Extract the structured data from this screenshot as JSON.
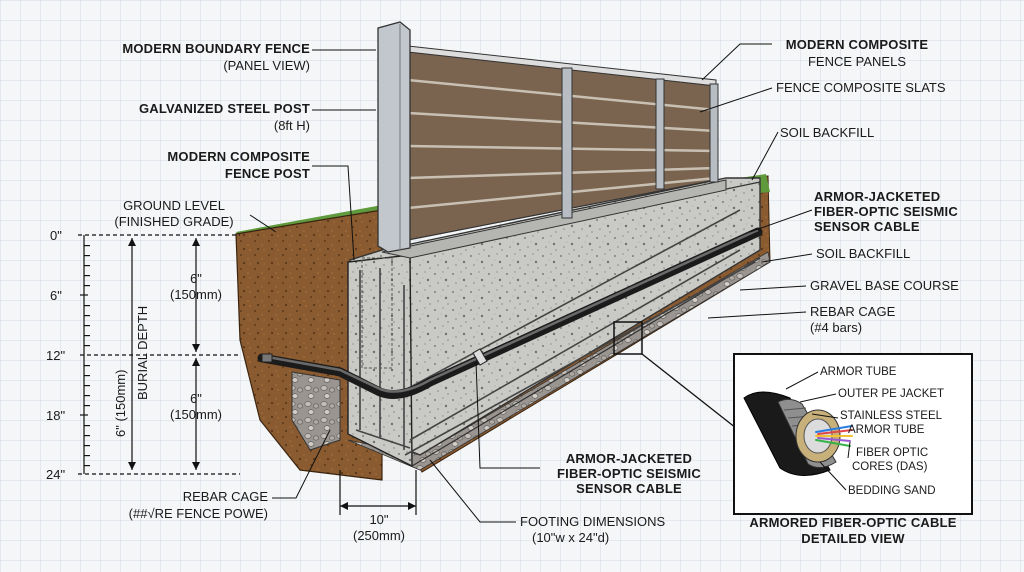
{
  "left_labels": {
    "boundary_fence": {
      "title": "MODERN BOUNDARY FENCE",
      "sub": "(PANEL VIEW)"
    },
    "steel_post": {
      "title": "GALVANIZED STEEL POST",
      "sub": "(8ft H)"
    },
    "composite_post": {
      "title": "MODERN COMPOSITE",
      "title2": "FENCE POST"
    },
    "ground_level": {
      "title": "GROUND LEVEL",
      "sub": "(FINISHED GRADE)"
    },
    "rebar_cage_left": {
      "title": "REBAR CAGE",
      "sub": "(##√RE FENCE POWE)"
    }
  },
  "right_labels": {
    "composite_panels": {
      "title": "MODERN COMPOSITE",
      "sub": "FENCE PANELS"
    },
    "composite_slats": "FENCE COMPOSITE SLATS",
    "soil_backfill_top": "SOIL BACKFILL",
    "sensor_cable": {
      "line1": "ARMOR-JACKETED",
      "line2": "FIBER-OPTIC SEISMIC",
      "line3": "SENSOR CABLE"
    },
    "soil_backfill": "SOIL BACKFILL",
    "gravel_base": "GRAVEL BASE COURSE",
    "rebar_cage": {
      "title": "REBAR CAGE",
      "sub": "(#4 bars)"
    }
  },
  "bottom_labels": {
    "sensor_cable": {
      "line1": "ARMOR-JACKETED",
      "line2": "FIBER-OPTIC SEISMIC",
      "line3": "SENSOR CABLE"
    },
    "footing": {
      "title": "FOOTING DIMENSIONS",
      "sub": "(10\"w x 24\"d)"
    },
    "width_dim": {
      "value": "10\"",
      "metric": "(250mm)"
    }
  },
  "depth_scale": {
    "ticks": [
      "0\"",
      "6\"",
      "12\"",
      "18\"",
      "24\""
    ],
    "axis_label": "6\" (150mm)",
    "axis_label2": "BURIAL DEPTH",
    "seg1": {
      "value": "6\"",
      "metric": "(150mm)"
    },
    "seg2": {
      "value": "6\"",
      "metric": "(150mm)"
    }
  },
  "detail_view": {
    "labels": [
      "ARMOR TUBE",
      "OUTER PE JACKET",
      "STAINLESS STEEL",
      "ARMOR TUBE",
      "FIBER OPTIC",
      "CORES (DAS)",
      "BEDDING SAND"
    ],
    "caption1": "ARMORED FIBER-OPTIC CABLE",
    "caption2": "DETAILED VIEW"
  }
}
